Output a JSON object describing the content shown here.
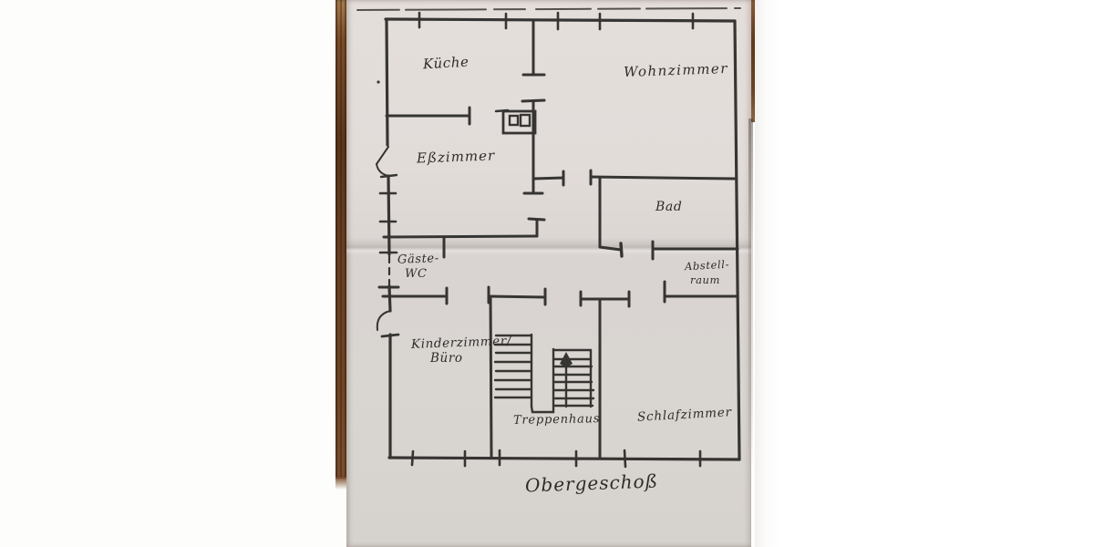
{
  "photo": {
    "description": "Photograph of a hand-drawn floor plan photocopy (upper storey) lying on a table, white sheet to the right, wood visible in gaps",
    "floor_caption": "Obergeschoß"
  },
  "labels": {
    "kueche": "Küche",
    "wohnzimmer": "Wohnzimmer",
    "esszimmer": "Eßzimmer",
    "bad": "Bad",
    "gaeste_line1": "Gäste-",
    "gaeste_line2": "WC",
    "abstell_line1": "Abstell-",
    "abstell_line2": "raum",
    "kinderzimmer_line1": "Kinderzimmer/",
    "kinderzimmer_line2": "Büro",
    "treppenhaus": "Treppenhaus",
    "schlafzimmer": "Schlafzimmer",
    "caption": "Obergeschoß"
  },
  "rooms": [
    "Küche",
    "Wohnzimmer",
    "Eßzimmer",
    "Bad",
    "Gäste-WC",
    "Abstellraum",
    "Kinderzimmer/Büro",
    "Treppenhaus",
    "Schlafzimmer"
  ],
  "colors": {
    "ink": "#2a2927",
    "paper_gray": "#ddd7d4",
    "paper_white": "#ffffff",
    "wood_brown": "#6b4124"
  }
}
